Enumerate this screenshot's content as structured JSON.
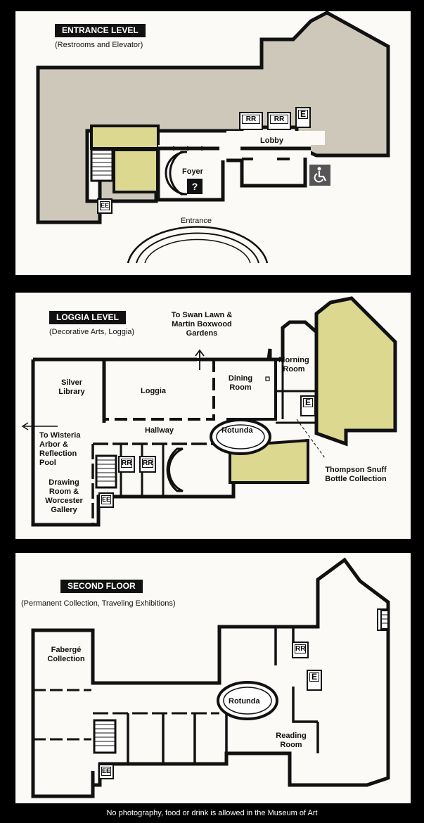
{
  "entrance": {
    "title": "ENTRANCE LEVEL",
    "subtitle": "(Restrooms and Elevator)",
    "labels": {
      "foyer": "Foyer",
      "lobby": "Lobby",
      "entrance": "Entrance"
    },
    "icons": {
      "rr1": "RR",
      "rr2": "RR",
      "elevator": "E",
      "ee": "EE",
      "info": "?"
    }
  },
  "loggia": {
    "title": "LOGGIA LEVEL",
    "subtitle": "(Decorative Arts, Loggia)",
    "labels": {
      "swan": "To Swan Lawn &",
      "martin": "Martin Boxwood",
      "gardens": "Gardens",
      "silver1": "Silver",
      "silver2": "Library",
      "loggia": "Loggia",
      "dining1": "Dining",
      "dining2": "Room",
      "morning1": "Morning",
      "morning2": "Room",
      "hallway": "Hallway",
      "rotunda": "Rotunda",
      "wisteria1": "To Wisteria",
      "wisteria2": "Arbor &",
      "wisteria3": "Reflection",
      "wisteria4": "Pool",
      "drawing1": "Drawing",
      "drawing2": "Room &",
      "drawing3": "Worcester",
      "drawing4": "Gallery",
      "snuff1": "Thompson Snuff",
      "snuff2": "Bottle Collection"
    },
    "icons": {
      "rr1": "RR",
      "rr2": "RR",
      "elevator": "E",
      "ee": "EE"
    }
  },
  "second": {
    "title": "SECOND FLOOR",
    "subtitle": "(Permanent Collection, Traveling Exhibitions)",
    "labels": {
      "faberge1": "Fabergé",
      "faberge2": "Collection",
      "rotunda": "Rotunda",
      "reading1": "Reading",
      "reading2": "Room"
    },
    "icons": {
      "rr": "RR",
      "elevator": "E",
      "ee": "EE"
    }
  },
  "footer": "No photography, food or drink is allowed in the Museum of Art",
  "colors": {
    "gallery_fill": "#cdc8ba",
    "accent_fill": "#dcd890",
    "wall": "#111111",
    "paper": "#fbfaf6"
  }
}
